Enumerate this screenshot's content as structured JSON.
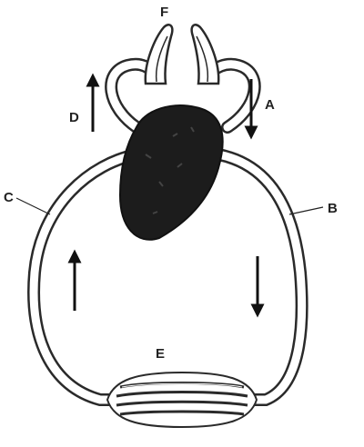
{
  "labels": {
    "A": "A",
    "B": "B",
    "C": "C",
    "D": "D",
    "E": "E",
    "F": "F"
  },
  "colors": {
    "vessel_outline": "#2a2a2a",
    "vessel_fill": "#ffffff",
    "heart_fill": "#1c1c1c",
    "arrow": "#111111"
  }
}
